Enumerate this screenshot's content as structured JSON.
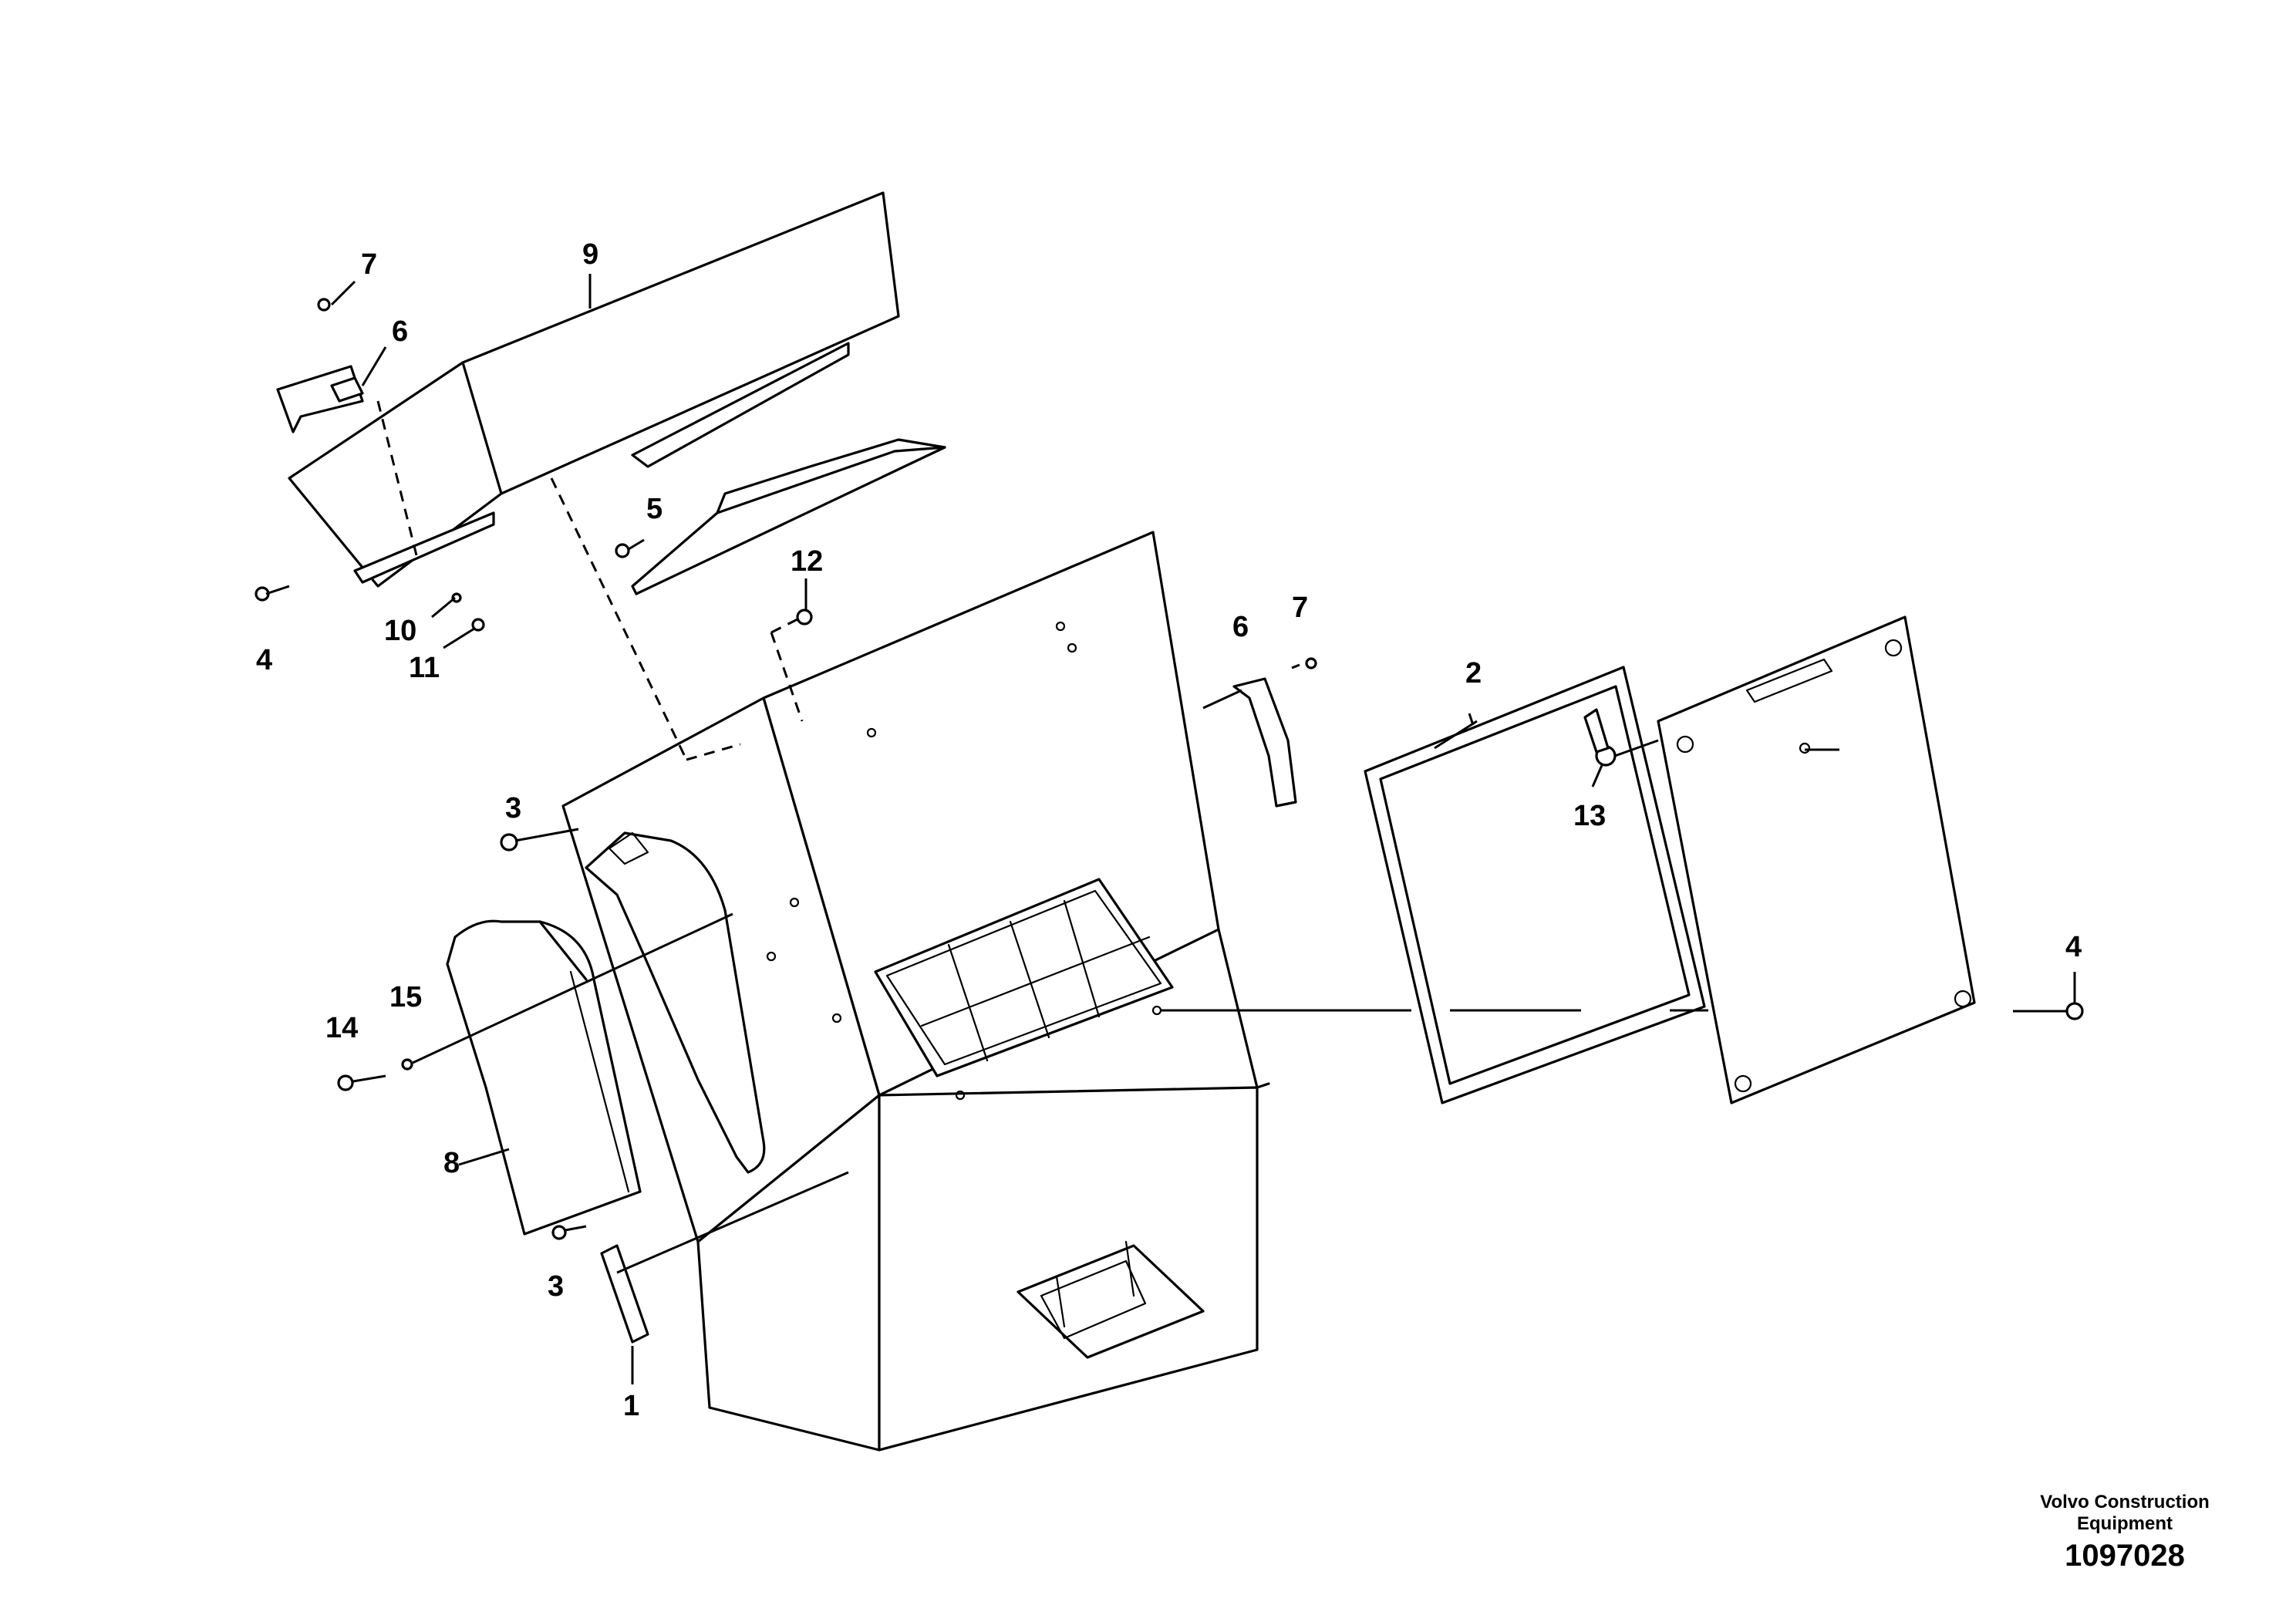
{
  "callouts": [
    "1",
    "2",
    "3",
    "3",
    "4",
    "4",
    "5",
    "6",
    "6",
    "7",
    "7",
    "8",
    "9",
    "10",
    "11",
    "12",
    "13",
    "14",
    "15"
  ],
  "footer": {
    "company_line1": "Volvo Construction",
    "company_line2": "Equipment",
    "drawing_number": "1097028"
  }
}
